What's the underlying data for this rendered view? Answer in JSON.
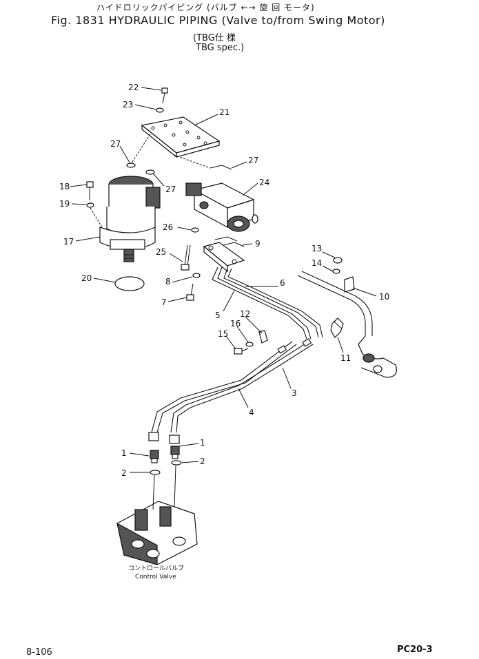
{
  "header": {
    "title_jp": "ハイドロリックパイピング (バルブ ←→ 旋 回 モータ)",
    "title_en": "Fig. 1831 HYDRAULIC PIPING (Valve to/from Swing Motor)",
    "spec_jp": "(TBG仕 様",
    "spec_en": "TBG spec.)"
  },
  "callouts": [
    "22",
    "23",
    "21",
    "27",
    "27",
    "27",
    "18",
    "19",
    "24",
    "17",
    "26",
    "9",
    "25",
    "8",
    "20",
    "7",
    "13",
    "14",
    "10",
    "6",
    "5",
    "12",
    "16",
    "15",
    "11",
    "3",
    "4",
    "1",
    "1",
    "2",
    "2"
  ],
  "caption": {
    "jp": "コントロールバルブ",
    "en": "Control Valve"
  },
  "footer": {
    "page": "8-106",
    "model": "PC20-3"
  }
}
